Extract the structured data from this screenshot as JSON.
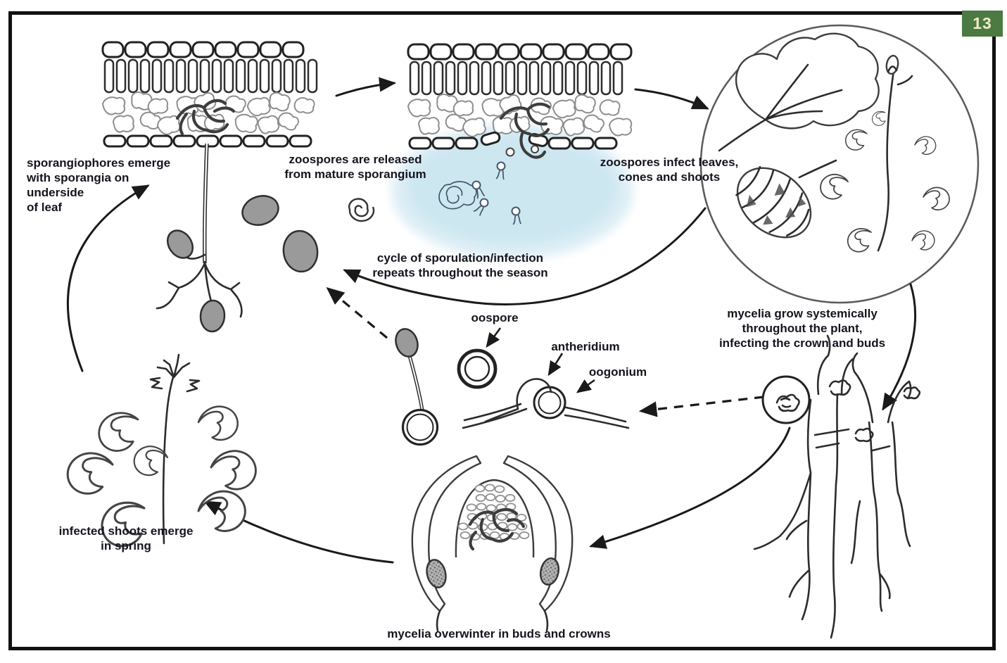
{
  "figure": {
    "number": "13"
  },
  "labels": {
    "sporangiophores_emerge": "sporangiophores emerge\nwith sporangia on\nunderside\nof leaf",
    "zoospores_released": "zoospores are released\nfrom mature sporangium",
    "zoospores_infect": "zoospores infect leaves,\ncones and shoots",
    "cycle_repeats": "cycle of sporulation/infection\nrepeats throughout the season",
    "oospore": "oospore",
    "antheridium": "antheridium",
    "oogonium": "oogonium",
    "mycelia_grow": "mycelia grow systemically\nthroughout the plant,\ninfecting the crown and buds",
    "infected_shoots": "infected shoots emerge\nin spring",
    "mycelia_overwinter": "mycelia overwinter in buds and crowns"
  },
  "colors": {
    "badge_background": "#4b7a42",
    "badge_text": "#f2ecc4",
    "border": "#111111",
    "label_text": "#14141e",
    "water_droplet": "#cde7f1",
    "sporangia_gray": "#9a9a9a",
    "line_art": "#1a1a1a",
    "background": "#ffffff"
  }
}
